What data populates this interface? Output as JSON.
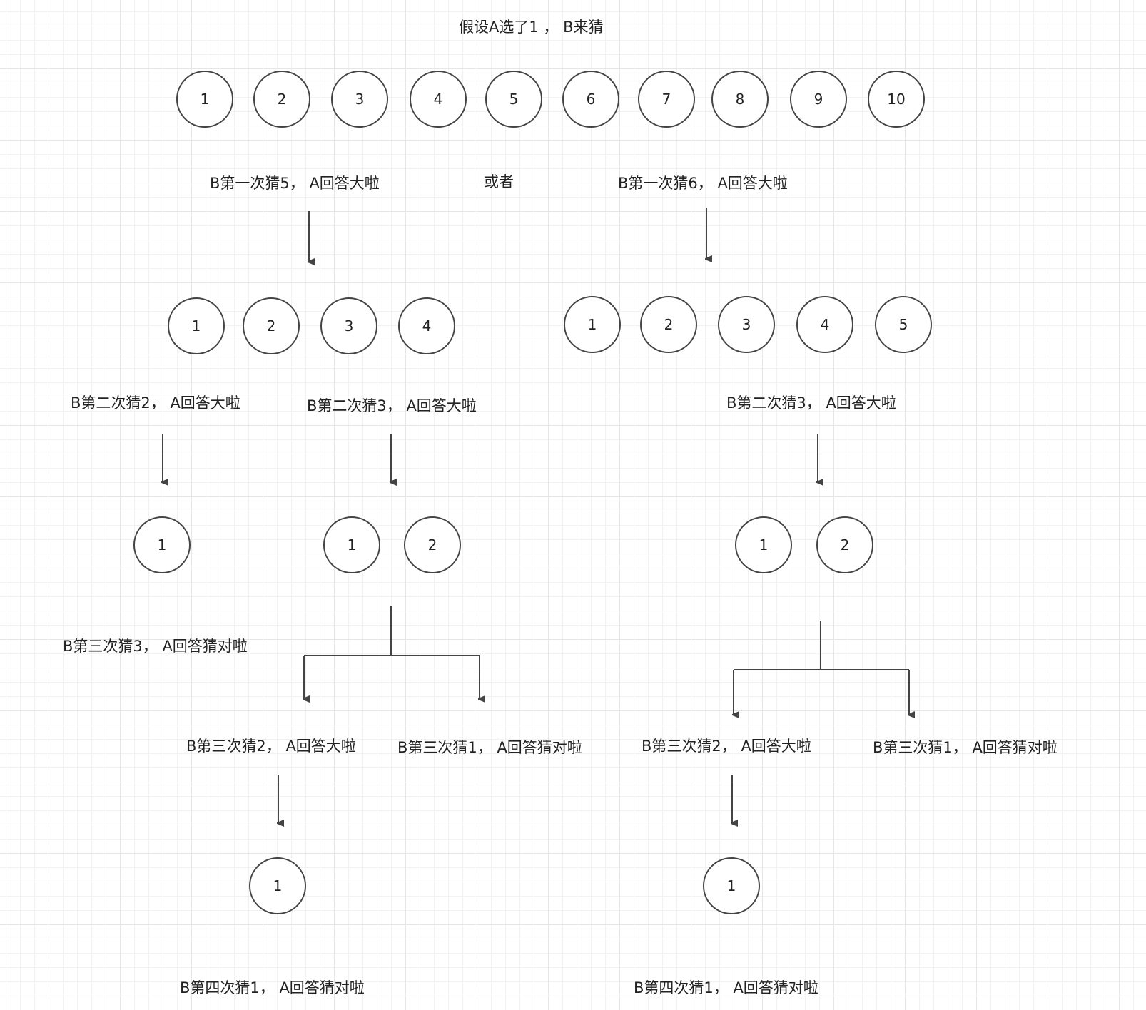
{
  "title": "假设A选了1 ， B来猜",
  "or_label": "或者",
  "colors": {
    "stroke": "#444444",
    "text": "#222222",
    "grid": "#e6e6e6"
  },
  "rows": {
    "top": [
      "1",
      "2",
      "3",
      "4",
      "5",
      "6",
      "7",
      "8",
      "9",
      "10"
    ],
    "left_l2": [
      "1",
      "2",
      "3",
      "4"
    ],
    "right_l2": [
      "1",
      "2",
      "3",
      "4",
      "5"
    ],
    "left_l3_a": [
      "1"
    ],
    "left_l3_b": [
      "1",
      "2"
    ],
    "right_l3": [
      "1",
      "2"
    ],
    "left_l4": [
      "1"
    ],
    "right_l4": [
      "1"
    ]
  },
  "labels": {
    "first_left": "B第一次猜5， A回答大啦",
    "first_right": "B第一次猜6， A回答大啦",
    "second_left_a": "B第二次猜2， A回答大啦",
    "second_left_b": "B第二次猜3， A回答大啦",
    "second_right": "B第二次猜3， A回答大啦",
    "third_left_a": "B第三次猜3， A回答猜对啦",
    "third_left_b1": "B第三次猜2， A回答大啦",
    "third_left_b2": "B第三次猜1， A回答猜对啦",
    "third_right_1": "B第三次猜2， A回答大啦",
    "third_right_2": "B第三次猜1， A回答猜对啦",
    "fourth_left": "B第四次猜1， A回答猜对啦",
    "fourth_right": "B第四次猜1， A回答猜对啦"
  }
}
